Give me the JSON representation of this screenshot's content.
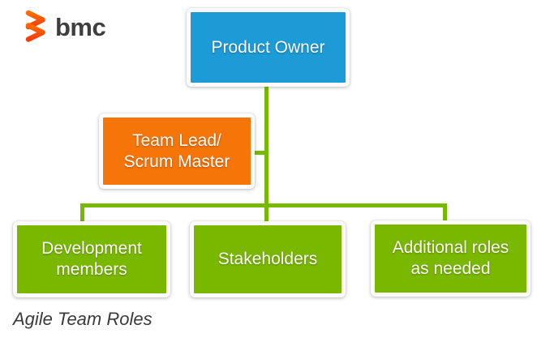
{
  "header": {
    "logo_text": "bmc",
    "logo_icon": "bmc-chevron-icon",
    "logo_icon_color": "#FB4E0B",
    "logo_text_color": "#3F3F3F"
  },
  "diagram": {
    "title": "Agile Team Roles",
    "connector_color": "#76B900",
    "node_text_color": "#FFFFFF",
    "nodes": {
      "product_owner": {
        "label": "Product Owner",
        "color": "#1D9BD7"
      },
      "team_lead": {
        "label": "Team Lead/\nScrum Master",
        "color": "#F57509"
      },
      "development_members": {
        "label": "Development\nmembers",
        "color": "#7AB800"
      },
      "stakeholders": {
        "label": "Stakeholders",
        "color": "#7AB800"
      },
      "additional_roles": {
        "label": "Additional roles\nas needed",
        "color": "#7AB800"
      }
    }
  },
  "caption": {
    "text": "Agile Team Roles",
    "color": "#3A3A3A"
  }
}
